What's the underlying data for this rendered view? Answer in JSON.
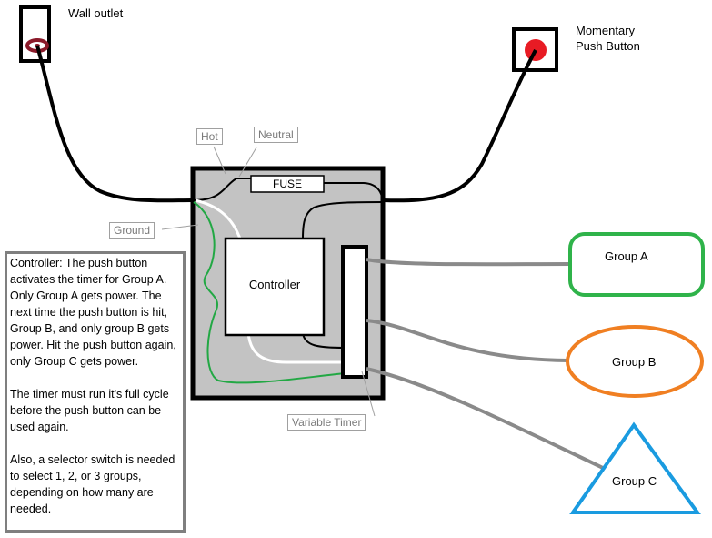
{
  "labels": {
    "wall_outlet": "Wall outlet",
    "push_button": "Momentary\nPush Button",
    "hot": "Hot",
    "neutral": "Neutral",
    "ground": "Ground",
    "fuse": "FUSE",
    "controller": "Controller",
    "variable_timer": "Variable Timer",
    "group_a": "Group A",
    "group_b": "Group B",
    "group_c": "Group C"
  },
  "notes": {
    "p1": "Controller: The push button activates the timer for Group A. Only Group A gets power. The next time the push button is hit, Group B, and only group B gets power. Hit the push button again, only Group C gets power.",
    "p2": "The timer must run it's full cycle before the push button can be used again.",
    "p3": "Also, a selector switch is needed to select 1, 2, or 3 groups, depending on how many are needed."
  },
  "colors": {
    "group_a": "#2fb34a",
    "group_b": "#f07f22",
    "group_c": "#1a9be0",
    "button": "#e81b24",
    "outlet": "#8b1a2a",
    "ground_wire": "#22a844",
    "enclosure": "#c3c3c3",
    "group_wire": "#8a8a8a"
  }
}
